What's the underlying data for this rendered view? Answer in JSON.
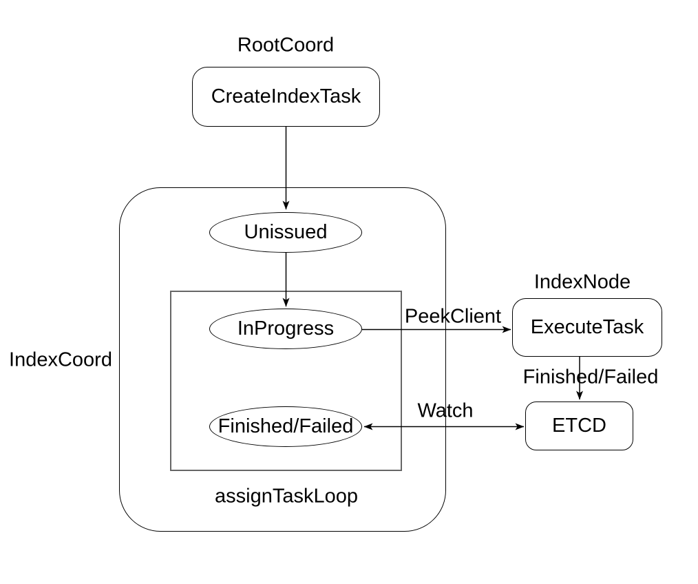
{
  "diagram": {
    "colors": {
      "background": "#ffffff",
      "shape_stroke": "#000000",
      "loop_box_stroke": "#666666",
      "text": "#000000"
    },
    "group_labels": {
      "root_coord": "RootCoord",
      "index_coord": "IndexCoord",
      "index_node": "IndexNode",
      "assign_task_loop": "assignTaskLoop"
    },
    "nodes": {
      "create_index_task": "CreateIndexTask",
      "unissued": "Unissued",
      "in_progress": "InProgress",
      "finished_failed": "Finished/Failed",
      "execute_task": "ExecuteTask",
      "etcd": "ETCD"
    },
    "edges": {
      "peek_client": "PeekClient",
      "finished_failed": "Finished/Failed",
      "watch": "Watch"
    }
  }
}
